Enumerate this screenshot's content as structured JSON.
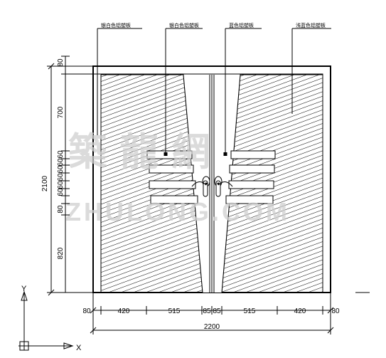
{
  "labels": {
    "callout_1": "银白色铝塑板",
    "callout_2": "银白色铝塑板",
    "callout_3": "蓝色铝塑板",
    "callout_4": "浅蓝色铝塑板"
  },
  "dimensions": {
    "vertical_total": "2100",
    "vertical": [
      "80",
      "700",
      "60",
      "60",
      "60",
      "60",
      "60",
      "60",
      "80",
      "820"
    ],
    "horizontal": [
      "80",
      "420",
      "515",
      "85",
      "85",
      "515",
      "420",
      "80"
    ],
    "horizontal_total": "2200"
  },
  "watermark": {
    "chinese": "築 龍 網",
    "latin": "ZHULONG.COM"
  },
  "axes": {
    "x_label": "X",
    "y_label": "Y"
  }
}
